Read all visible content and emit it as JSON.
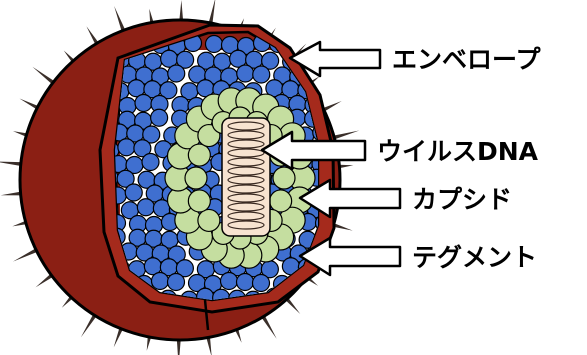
{
  "diagram": {
    "labels": [
      {
        "id": "envelope",
        "text": "エンベロープ"
      },
      {
        "id": "viral-dna",
        "text": "ウイルスDNA"
      },
      {
        "id": "capsid",
        "text": "カプシド"
      },
      {
        "id": "tegument",
        "text": "テグメント"
      }
    ]
  },
  "colors": {
    "envelope": "#8b1f14",
    "envelope_highlight": "#a52a1c",
    "tegument": "#3f6fd0",
    "capsid": "#c5dea0",
    "dna_core": "#f7e3d0",
    "spike": "#3a2f2a",
    "outline": "#000000"
  }
}
